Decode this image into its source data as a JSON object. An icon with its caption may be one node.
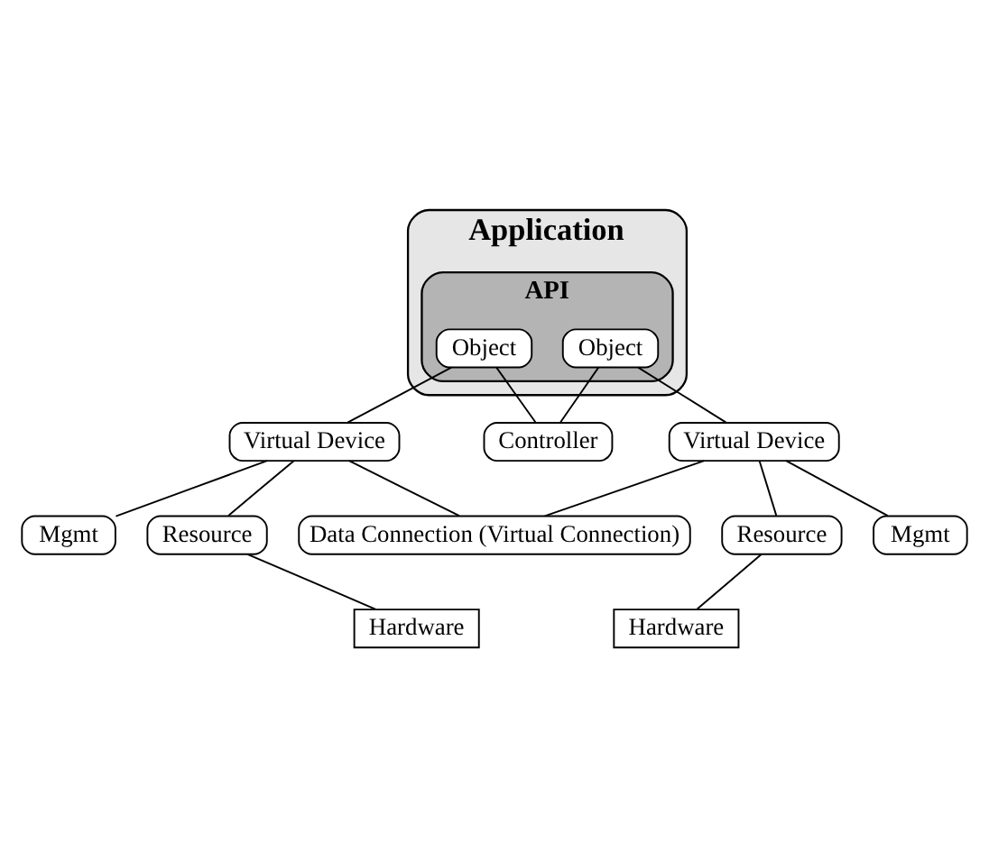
{
  "diagram": {
    "nodes": [
      {
        "text": [
          "Application"
        ]
      },
      {
        "text": [
          "API"
        ],
        "in": 0
      },
      {
        "text": [
          "Object"
        ],
        "in": 1
      },
      {
        "text": [
          "Object"
        ],
        "in": 1
      },
      {
        "text": [
          "Controller"
        ]
      },
      {
        "text": [
          "Virtual Device"
        ]
      },
      {
        "text": [
          "Virtual Device"
        ]
      },
      {
        "text": [
          "Data Connection (Virtual Connection)"
        ]
      },
      {
        "text": [
          "Mgmt"
        ]
      },
      {
        "text": [
          "Resource"
        ]
      },
      {
        "text": [
          "Resource"
        ]
      },
      {
        "text": [
          "Mgmt"
        ]
      },
      {
        "text": [
          "Hardware"
        ]
      },
      {
        "text": [
          "Hardware"
        ]
      }
    ],
    "edges": [
      {
        "from": 2,
        "to": 4,
        "arrow": "none"
      },
      {
        "from": 3,
        "to": 4,
        "arrow": "none"
      },
      {
        "from": 2,
        "to": 5,
        "arrow": "none"
      },
      {
        "from": 3,
        "to": 6,
        "arrow": "none"
      },
      {
        "from": 5,
        "to": 7,
        "arrow": "none"
      },
      {
        "from": 6,
        "to": 7,
        "arrow": "none"
      },
      {
        "from": 5,
        "to": 8,
        "arrow": "none"
      },
      {
        "from": 5,
        "to": 9,
        "arrow": "none"
      },
      {
        "from": 6,
        "to": 10,
        "arrow": "none"
      },
      {
        "from": 6,
        "to": 11,
        "arrow": "none"
      },
      {
        "from": 9,
        "to": 12,
        "arrow": "none"
      },
      {
        "from": 10,
        "to": 13,
        "arrow": "none"
      }
    ]
  }
}
